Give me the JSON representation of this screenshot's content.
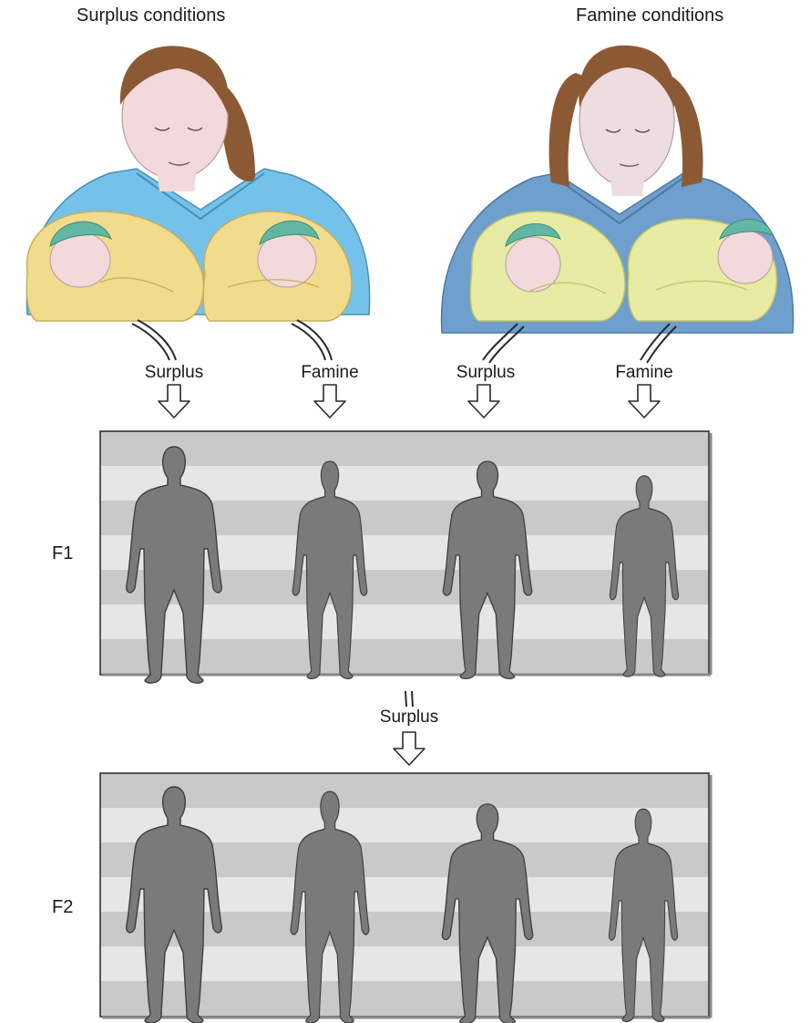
{
  "headers": {
    "left": "Surplus conditions",
    "right": "Famine conditions"
  },
  "arrow_labels": [
    "Surplus",
    "Famine",
    "Surplus",
    "Famine"
  ],
  "generations": {
    "f1": {
      "label": "F1"
    },
    "transition": "Surplus",
    "f2": {
      "label": "F2"
    }
  },
  "colors": {
    "left_mother_shirt": "#74c2ea",
    "right_mother_shirt": "#6f9fcc",
    "hair": "#8b5a35",
    "skin": "#f2d9dc",
    "left_blanket": "#f1dc8e",
    "right_blanket": "#e8eba3",
    "baby_cap": "#62b7a3",
    "panel_stripe_dark": "#c9c9c9",
    "panel_stripe_light": "#e6e6e6",
    "figure": "#7a7a7a",
    "figure_outline": "#3e3e3e"
  }
}
